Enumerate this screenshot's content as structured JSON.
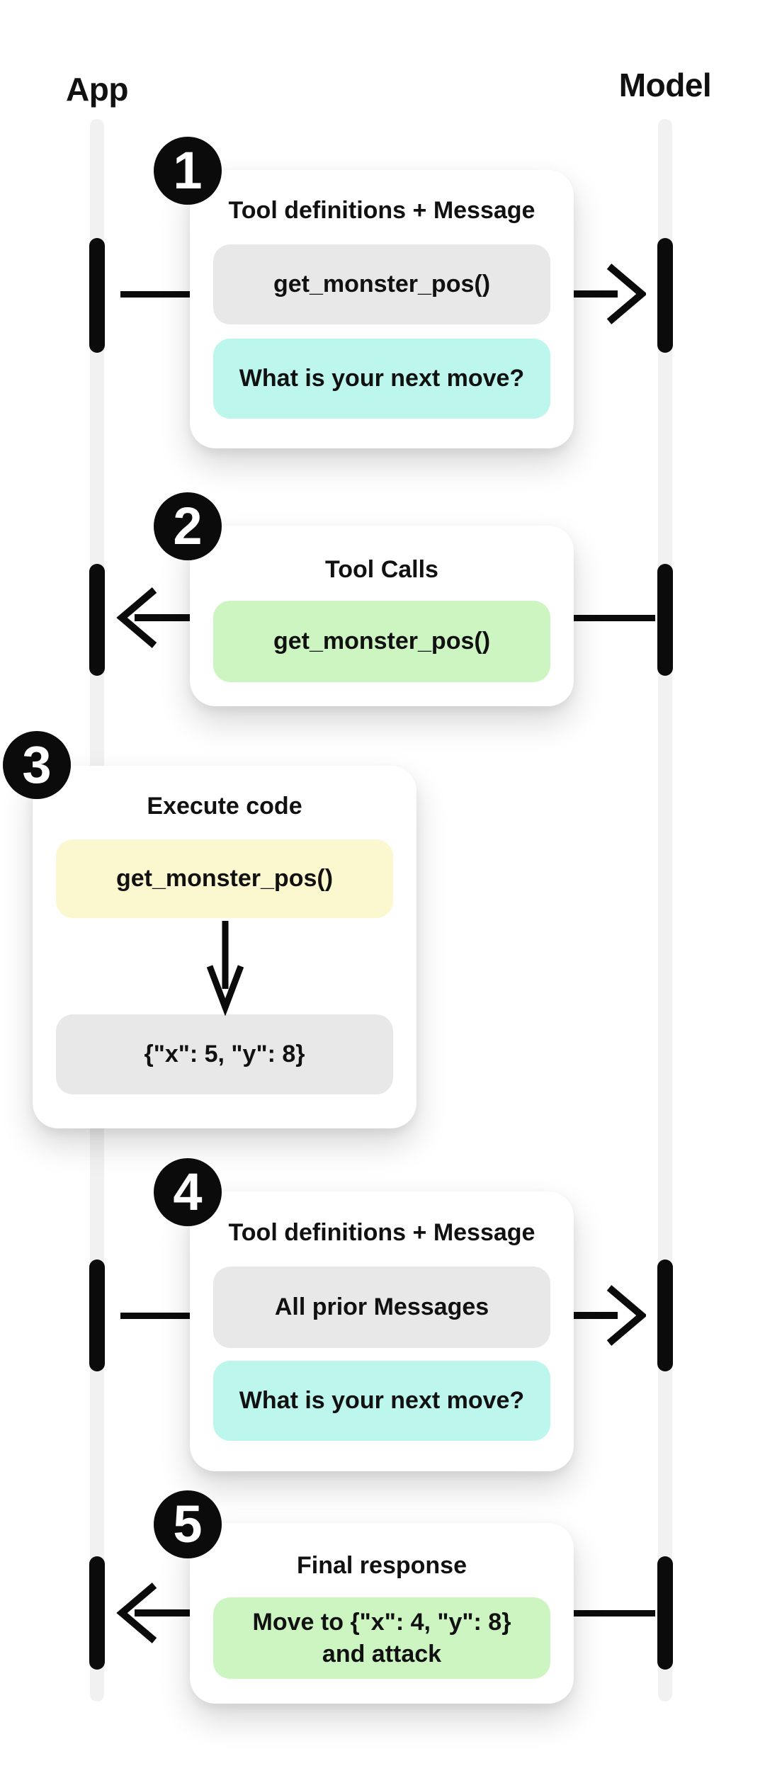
{
  "diagram": {
    "actors": [
      {
        "label": "App"
      },
      {
        "label": "Model"
      }
    ],
    "steps": [
      {
        "number": "1",
        "title": "Tool definitions + Message",
        "direction": "app-to-model",
        "boxes": [
          {
            "text": "get_monster_pos()",
            "color": "gray"
          },
          {
            "text": "What is your next move?",
            "color": "cyan"
          }
        ]
      },
      {
        "number": "2",
        "title": "Tool Calls",
        "direction": "model-to-app",
        "boxes": [
          {
            "text": "get_monster_pos()",
            "color": "green"
          }
        ]
      },
      {
        "number": "3",
        "title": "Execute code",
        "direction": "internal",
        "boxes": [
          {
            "text": "get_monster_pos()",
            "color": "yellow"
          },
          {
            "text": "{\"x\": 5, \"y\": 8}",
            "color": "gray"
          }
        ]
      },
      {
        "number": "4",
        "title": "Tool definitions + Message",
        "direction": "app-to-model",
        "boxes": [
          {
            "text": "All prior Messages",
            "color": "gray"
          },
          {
            "text": "What is your next move?",
            "color": "cyan"
          }
        ]
      },
      {
        "number": "5",
        "title": "Final response",
        "direction": "model-to-app",
        "boxes": [
          {
            "text": "Move to {\"x\": 4, \"y\": 8}\nand attack",
            "color": "green"
          }
        ]
      }
    ],
    "colors": {
      "gray_box": "#e8e8e8",
      "cyan_box": "#bdf6ec",
      "green_box": "#ccf5c1",
      "yellow_box": "#fbf7cf",
      "lifeline": "#f1f1f1",
      "bar": "#0b0b0b",
      "card": "#ffffff",
      "text": "#111111"
    }
  }
}
